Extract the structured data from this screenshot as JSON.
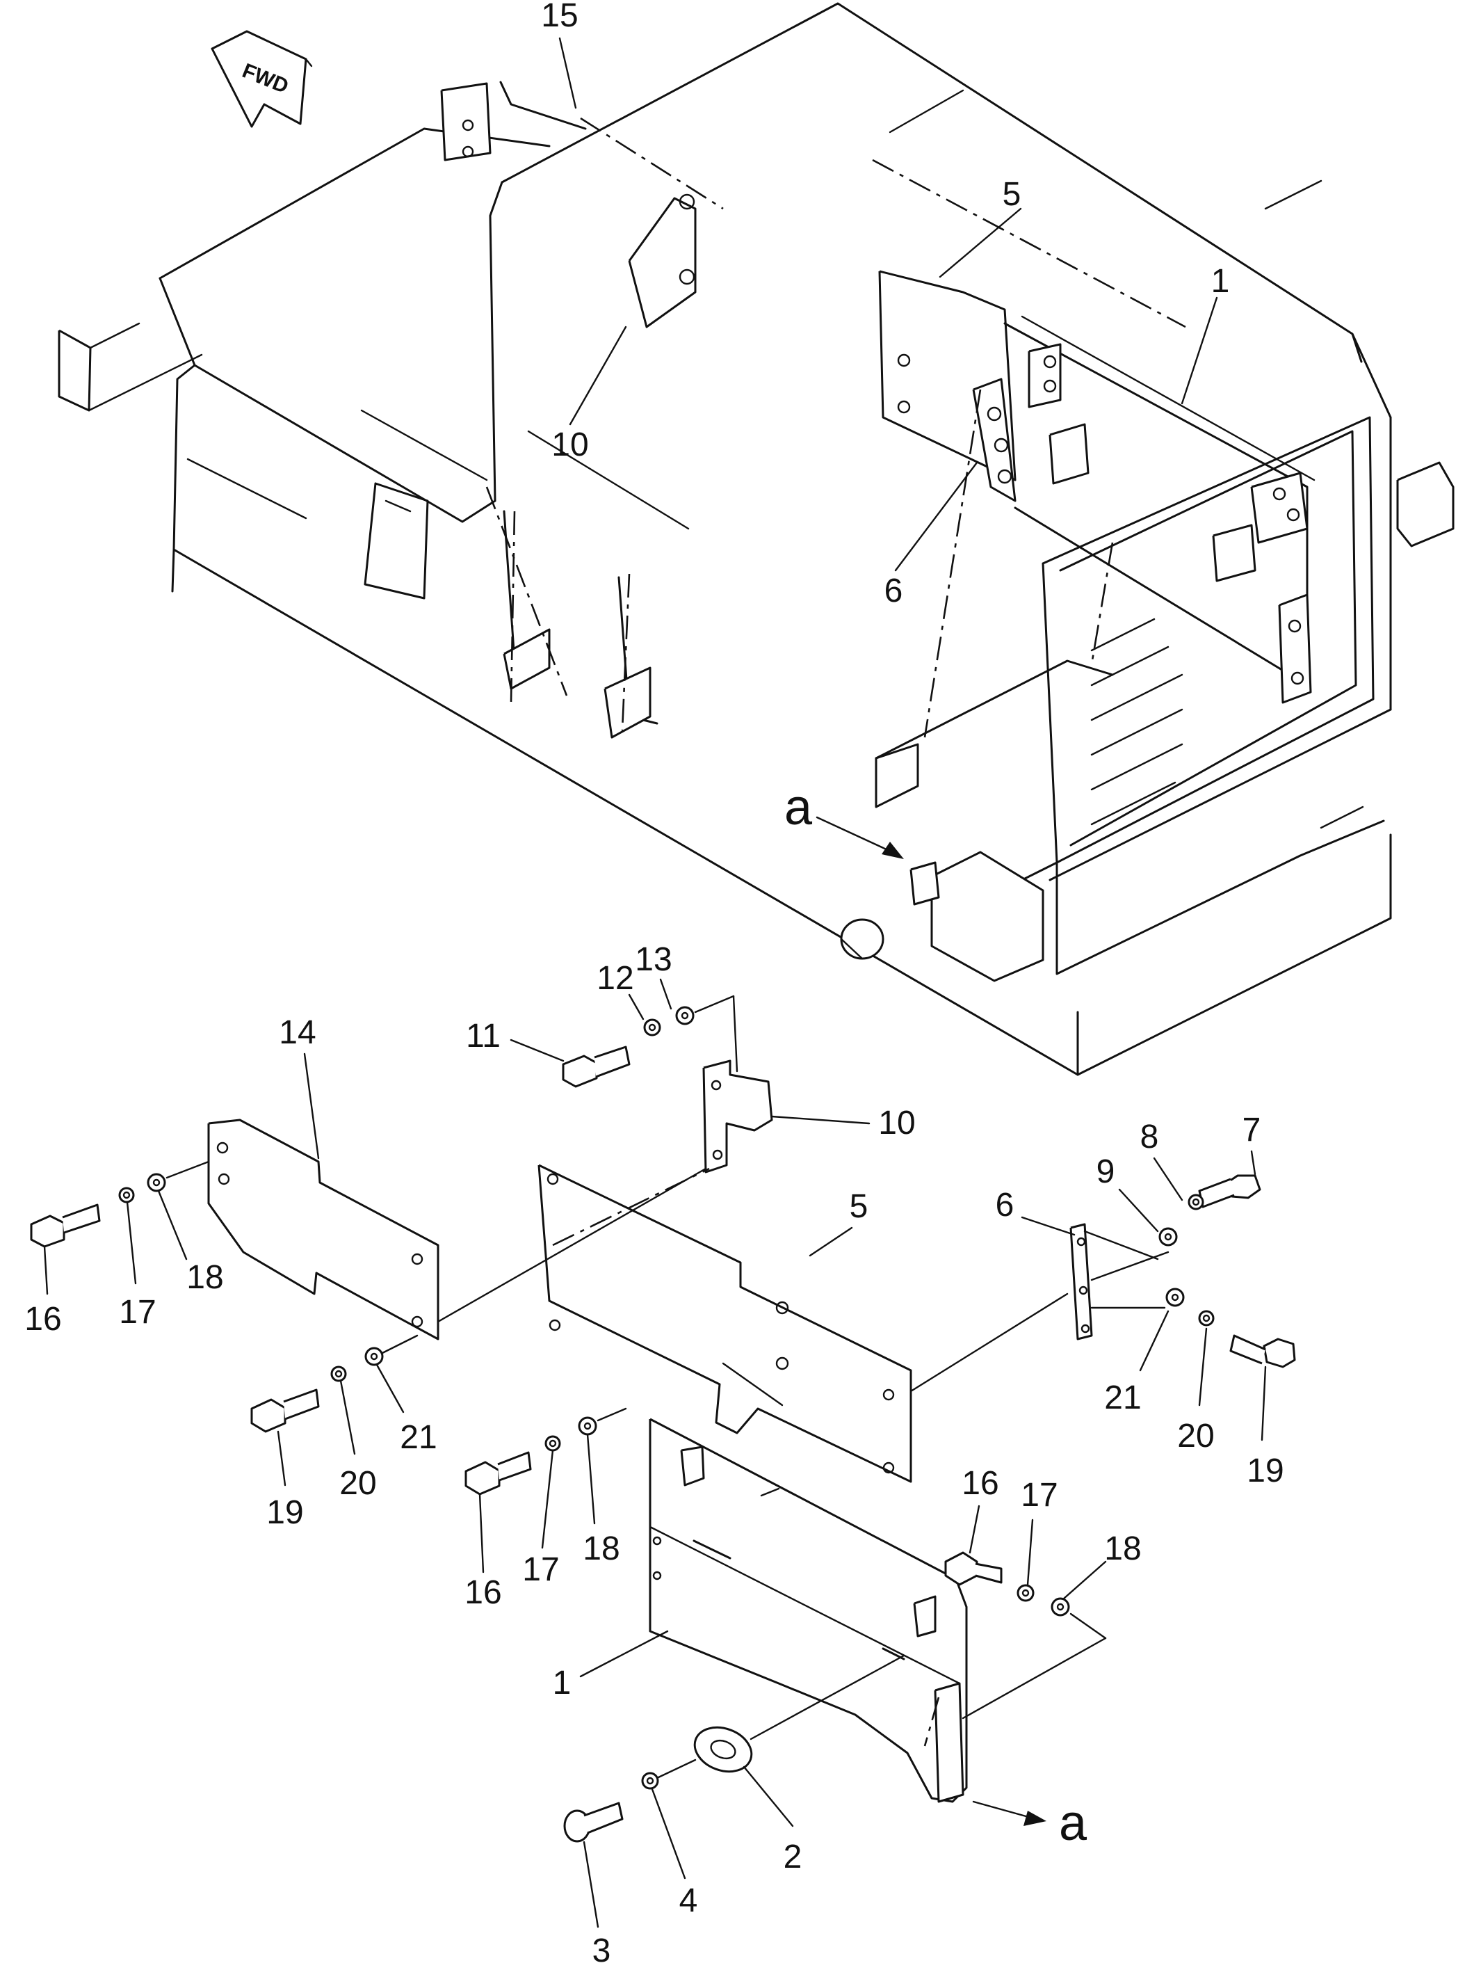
{
  "diagram": {
    "direction_label": "FWD",
    "view_marker": "a",
    "callouts": [
      "1",
      "2",
      "3",
      "4",
      "5",
      "6",
      "7",
      "8",
      "9",
      "10",
      "11",
      "12",
      "13",
      "14",
      "15",
      "16",
      "17",
      "18",
      "19",
      "20",
      "21"
    ]
  }
}
